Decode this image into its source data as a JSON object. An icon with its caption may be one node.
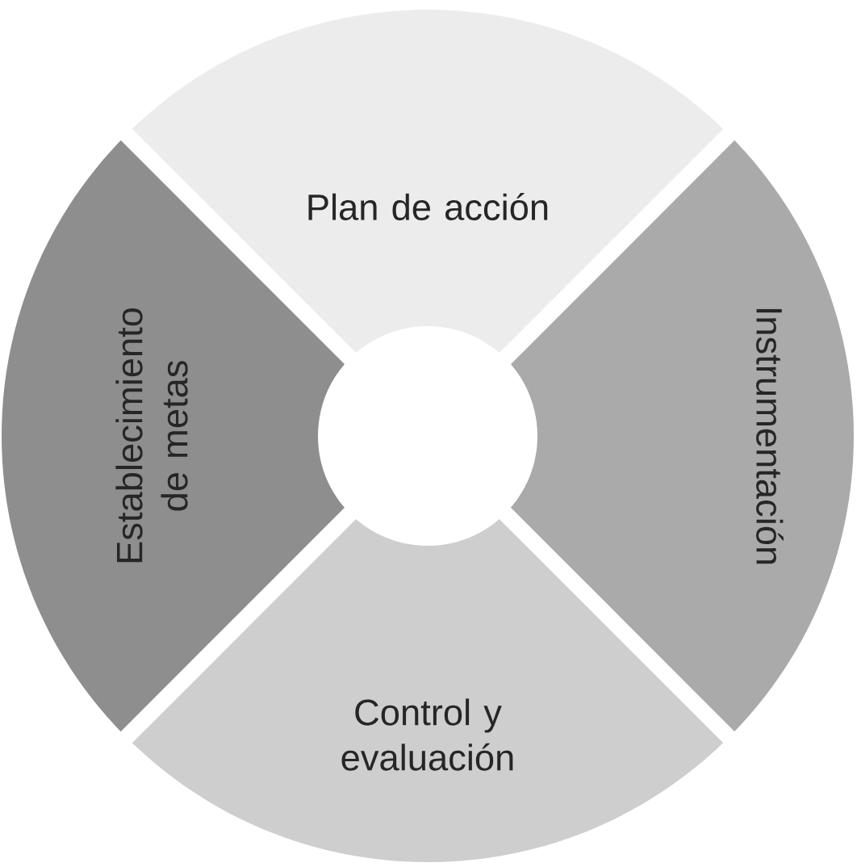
{
  "diagram": {
    "nodes": [
      {
        "text": [
          "Plan de acción"
        ]
      },
      {
        "text": [
          "Instrumentación"
        ]
      },
      {
        "text": [
          "Control y evaluación"
        ]
      },
      {
        "text": [
          "Establecimiento de metas"
        ]
      }
    ]
  }
}
